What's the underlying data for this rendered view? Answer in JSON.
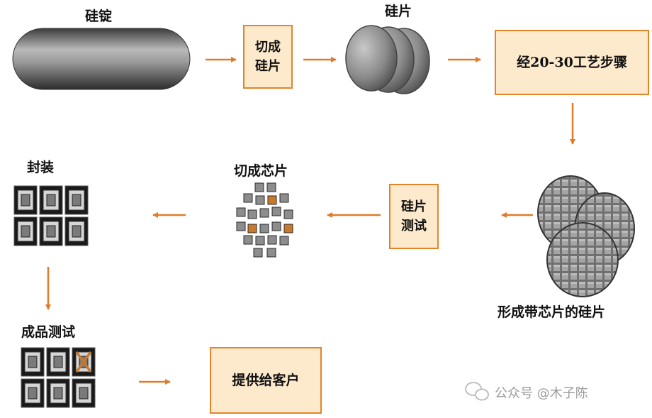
{
  "labels": {
    "ingot": "硅锭",
    "wafer": "硅片",
    "packaging": "封装",
    "cut_chips": "切成芯片",
    "wafer_with_chips": "形成带芯片的硅片",
    "final_test": "成品测试"
  },
  "boxes": {
    "cut_wafer": [
      "切成",
      "硅片"
    ],
    "process": "经20-30工艺步骤",
    "wafer_test": [
      "硅片",
      "测试"
    ],
    "deliver": "提供给客户"
  },
  "watermark": "公众号 @木子陈",
  "colors": {
    "box_fill": "#fde9cc",
    "box_border": "#e2852a",
    "arrow": "#e07b2a",
    "chip_highlight": "#c8792b"
  }
}
